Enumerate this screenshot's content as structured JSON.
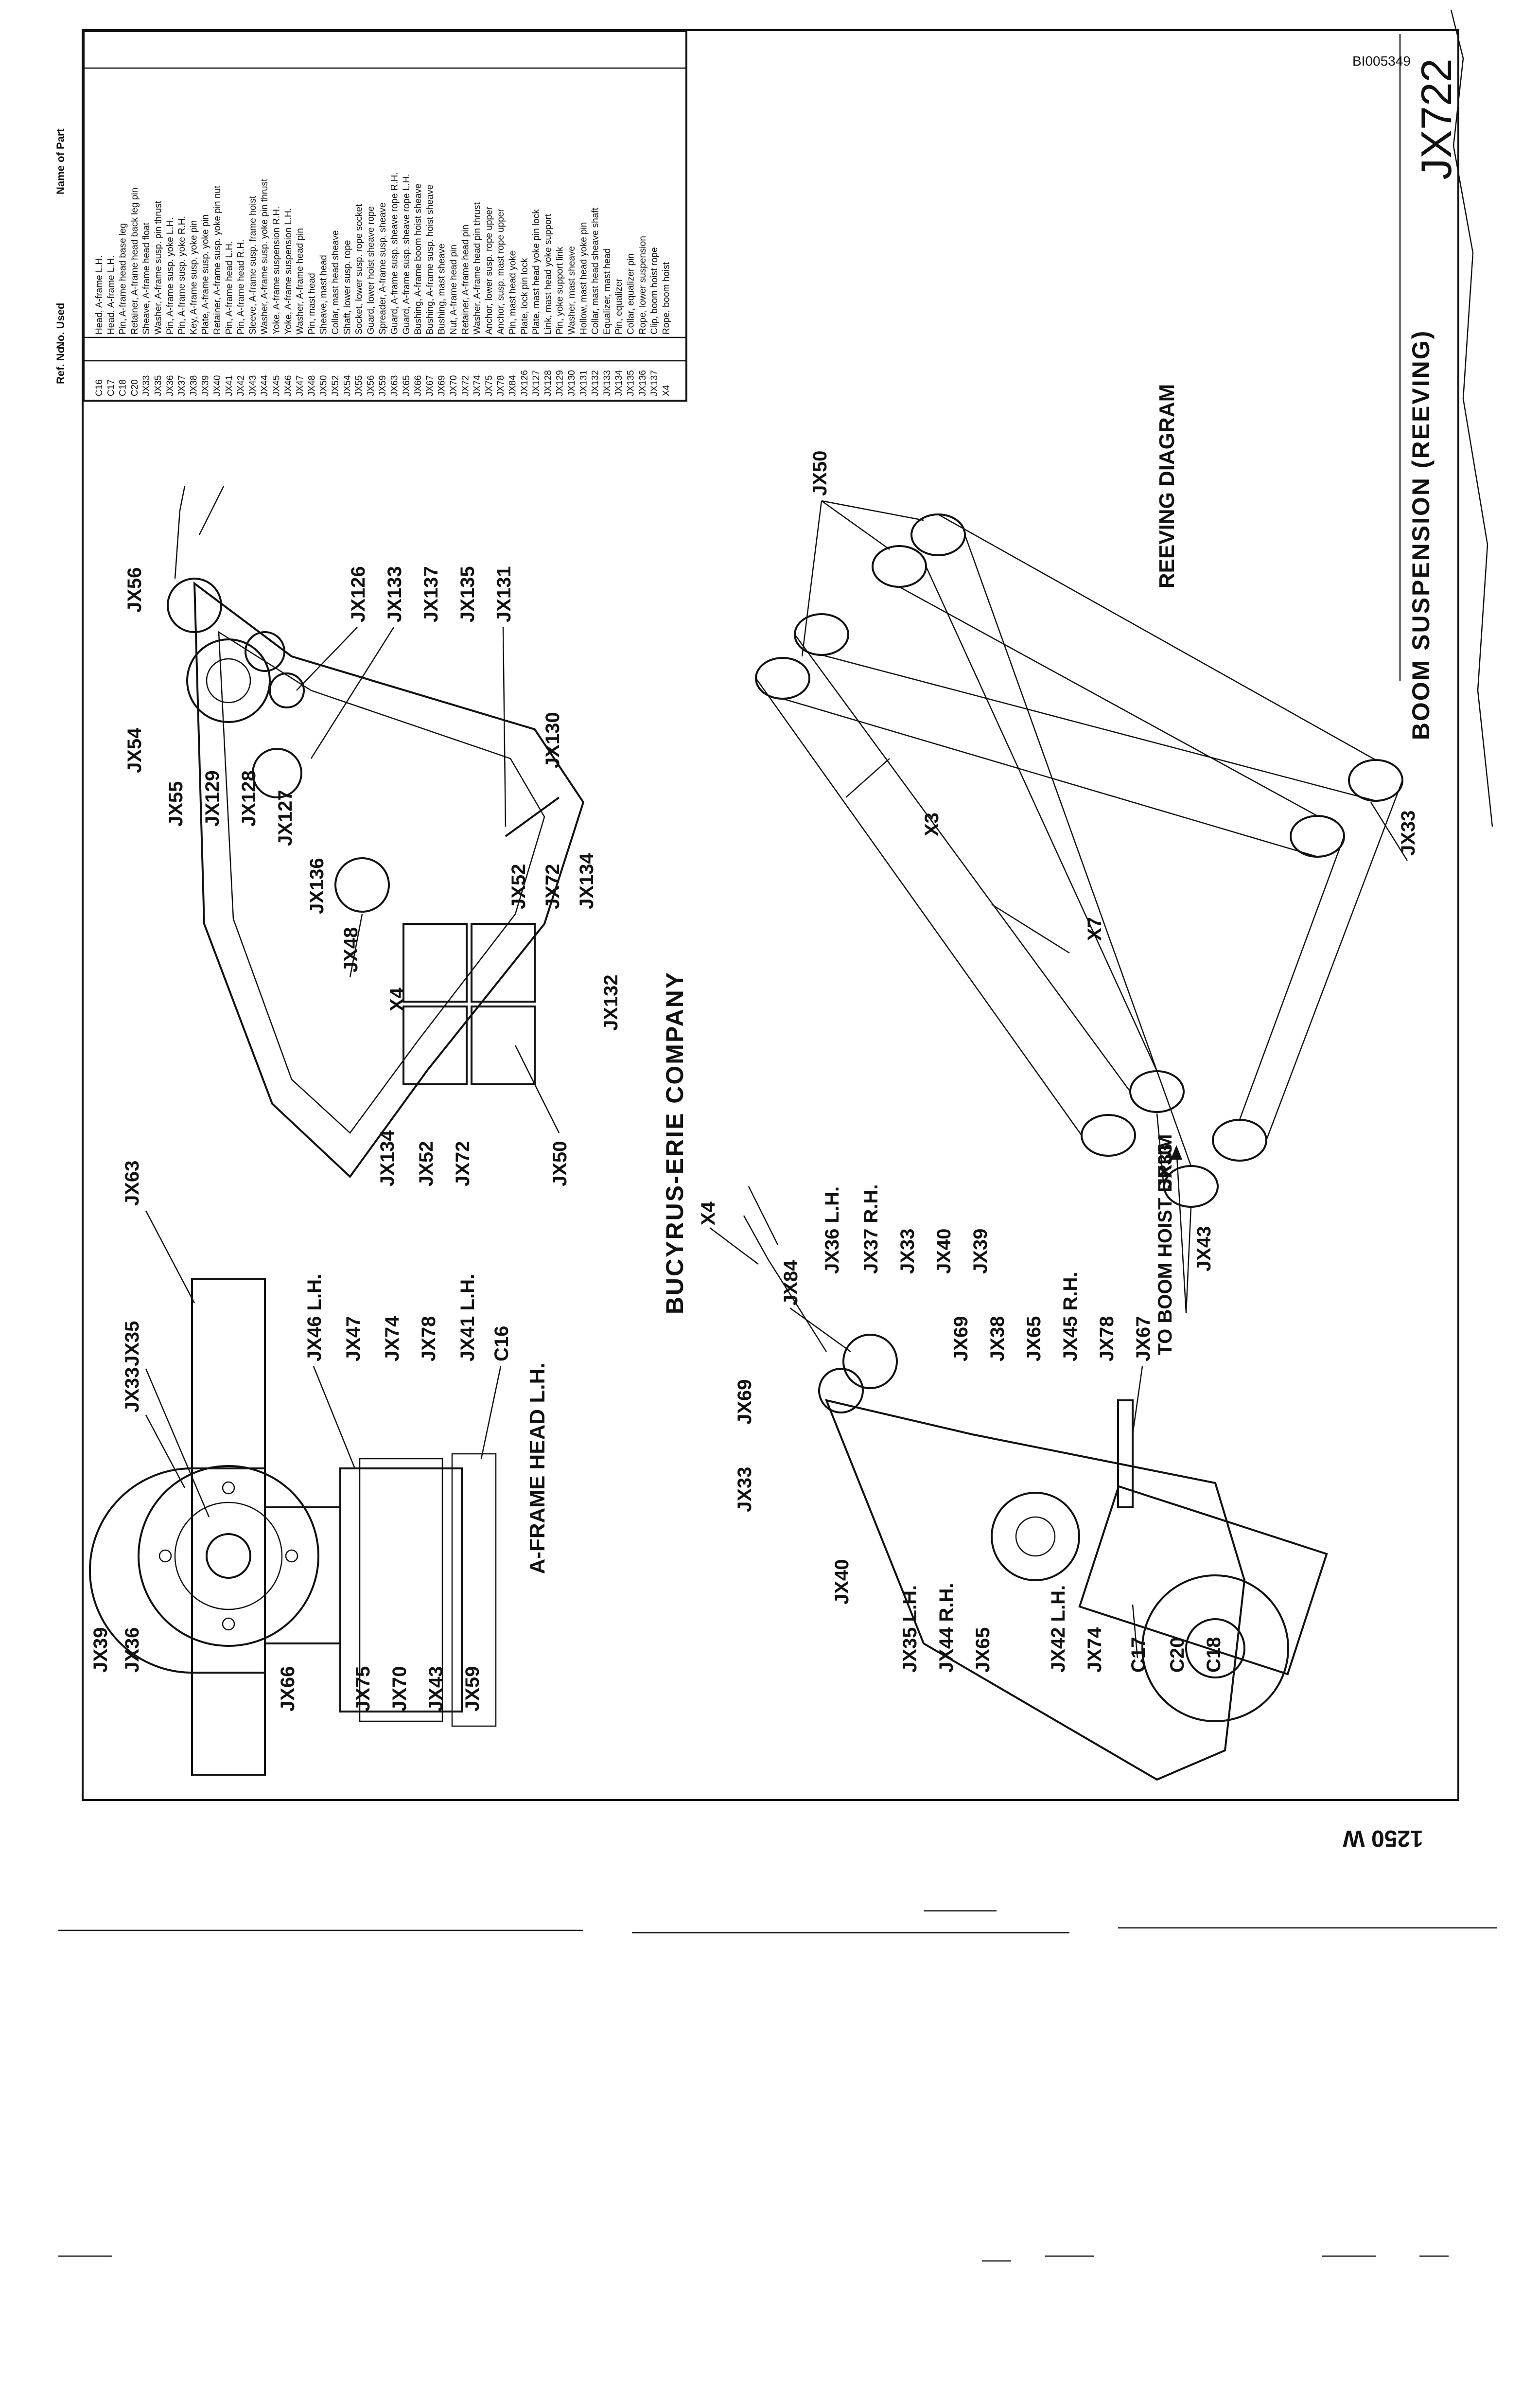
{
  "header": {
    "company": "BUCYRUS-ERIE COMPANY"
  },
  "title_block": {
    "title": "BOOM SUSPENSION (REEVING)",
    "number": "JX722",
    "doc_id": "BI005349",
    "model": "1250 W"
  },
  "views": {
    "a_frame": "A-FRAME HEAD L.H.",
    "reeving": "REEVING DIAGRAM",
    "drum_note": "TO BOOM HOIST DRUM"
  },
  "parts_table": {
    "headers": [
      "Ref. No.",
      "No. Used",
      "Name of Part"
    ],
    "rows": [
      [
        "C16",
        "",
        "Head, A-frame L.H."
      ],
      [
        "C17",
        "",
        "Head, A-frame L.H."
      ],
      [
        "C18",
        "",
        "Pin, A-frame head base leg"
      ],
      [
        "C20",
        "",
        "Retainer, A-frame head back leg pin"
      ],
      [
        "JX33",
        "",
        "Sheave, A-frame head float"
      ],
      [
        "JX35",
        "",
        "Washer, A-frame susp. pin thrust"
      ],
      [
        "JX36",
        "",
        "Pin, A-frame susp. yoke L.H."
      ],
      [
        "JX37",
        "",
        "Pin, A-frame susp. yoke R.H."
      ],
      [
        "JX38",
        "",
        "Key, A-frame susp. yoke pin"
      ],
      [
        "JX39",
        "",
        "Plate, A-frame susp. yoke pin"
      ],
      [
        "JX40",
        "",
        "Retainer, A-frame susp. yoke pin nut"
      ],
      [
        "JX41",
        "",
        "Pin, A-frame head L.H."
      ],
      [
        "JX42",
        "",
        "Pin, A-frame head R.H."
      ],
      [
        "JX43",
        "",
        "Sleeve, A-frame susp. frame hoist"
      ],
      [
        "JX44",
        "",
        "Washer, A-frame susp. yoke pin thrust"
      ],
      [
        "JX45",
        "",
        "Yoke, A-frame suspension R.H."
      ],
      [
        "JX46",
        "",
        "Yoke, A-frame suspension L.H."
      ],
      [
        "JX47",
        "",
        "Washer, A-frame head pin"
      ],
      [
        "JX48",
        "",
        "Pin, mast head"
      ],
      [
        "JX50",
        "",
        "Sheave, mast head"
      ],
      [
        "JX52",
        "",
        "Collar, mast head sheave"
      ],
      [
        "JX54",
        "",
        "Shaft, lower susp. rope"
      ],
      [
        "JX55",
        "",
        "Socket, lower susp. rope socket"
      ],
      [
        "JX56",
        "",
        "Guard, lower hoist sheave rope"
      ],
      [
        "JX59",
        "",
        "Spreader, A-frame susp. sheave"
      ],
      [
        "JX63",
        "",
        "Guard, A-frame susp. sheave rope R.H."
      ],
      [
        "JX65",
        "",
        "Guard, A-frame susp. sheave rope L.H."
      ],
      [
        "JX66",
        "",
        "Bushing, A-frame boom hoist sheave"
      ],
      [
        "JX67",
        "",
        "Bushing, A-frame susp. hoist sheave"
      ],
      [
        "JX69",
        "",
        "Bushing, mast sheave"
      ],
      [
        "JX70",
        "",
        "Nut, A-frame head pin"
      ],
      [
        "JX72",
        "",
        "Retainer, A-frame head pin"
      ],
      [
        "JX74",
        "",
        "Washer, A-frame head pin thrust"
      ],
      [
        "JX75",
        "",
        "Anchor, lower susp. rope upper"
      ],
      [
        "JX78",
        "",
        "Anchor, susp. mast rope upper"
      ],
      [
        "JX84",
        "",
        "Pin, mast head yoke"
      ],
      [
        "JX126",
        "",
        "Plate, lock pin lock"
      ],
      [
        "JX127",
        "",
        "Plate, mast head yoke pin lock"
      ],
      [
        "JX128",
        "",
        "Link, mast head yoke support"
      ],
      [
        "JX129",
        "",
        "Pin, yoke support link"
      ],
      [
        "JX130",
        "",
        "Washer, mast sheave"
      ],
      [
        "JX131",
        "",
        "Hollow, mast head yoke pin"
      ],
      [
        "JX132",
        "",
        "Collar, mast head sheave shaft"
      ],
      [
        "JX133",
        "",
        "Equalizer, mast head"
      ],
      [
        "JX134",
        "",
        "Pin, equalizer"
      ],
      [
        "JX135",
        "",
        "Collar, equalizer pin"
      ],
      [
        "JX136",
        "",
        "Rope, lower suspension"
      ],
      [
        "JX137",
        "",
        "Clip, boom hoist rope"
      ],
      [
        "X4",
        "",
        "Rope, boom hoist"
      ]
    ]
  }
}
